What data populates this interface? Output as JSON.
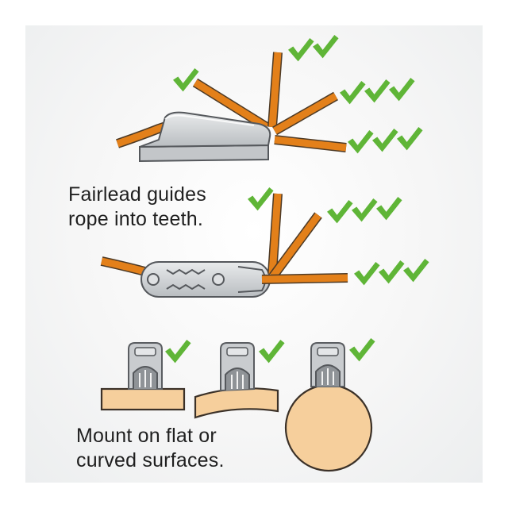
{
  "colors": {
    "check": "#5fb537",
    "rope": "#e3801a",
    "metal": "#c9cccf",
    "wood": "#f6cf9c",
    "text": "#1f1f1f"
  },
  "captions": {
    "fairlead": [
      "Fairlead guides",
      "rope into teeth."
    ],
    "mount": [
      "Mount on flat or",
      "curved surfaces."
    ]
  },
  "icons": {
    "check": "check-icon",
    "rope": "rope",
    "cleat": "cam-cleat"
  }
}
